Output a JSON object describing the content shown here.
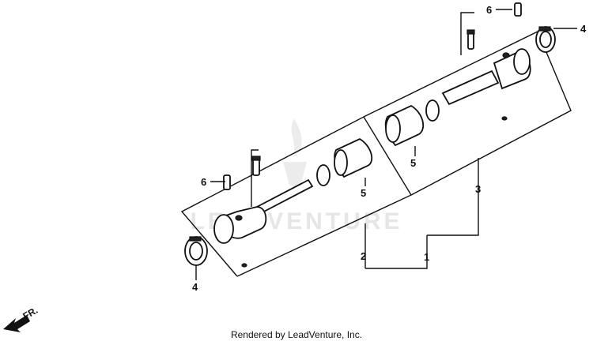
{
  "diagram": {
    "watermark": "LEADVENTURE",
    "callouts": [
      "1",
      "2",
      "3",
      "4",
      "4",
      "5",
      "5",
      "6",
      "6"
    ],
    "direction_label": "FR.",
    "footer": "Rendered by LeadVenture, Inc."
  },
  "colors": {
    "ink": "#111111",
    "watermark": "#e6e6e6",
    "background": "#ffffff"
  }
}
